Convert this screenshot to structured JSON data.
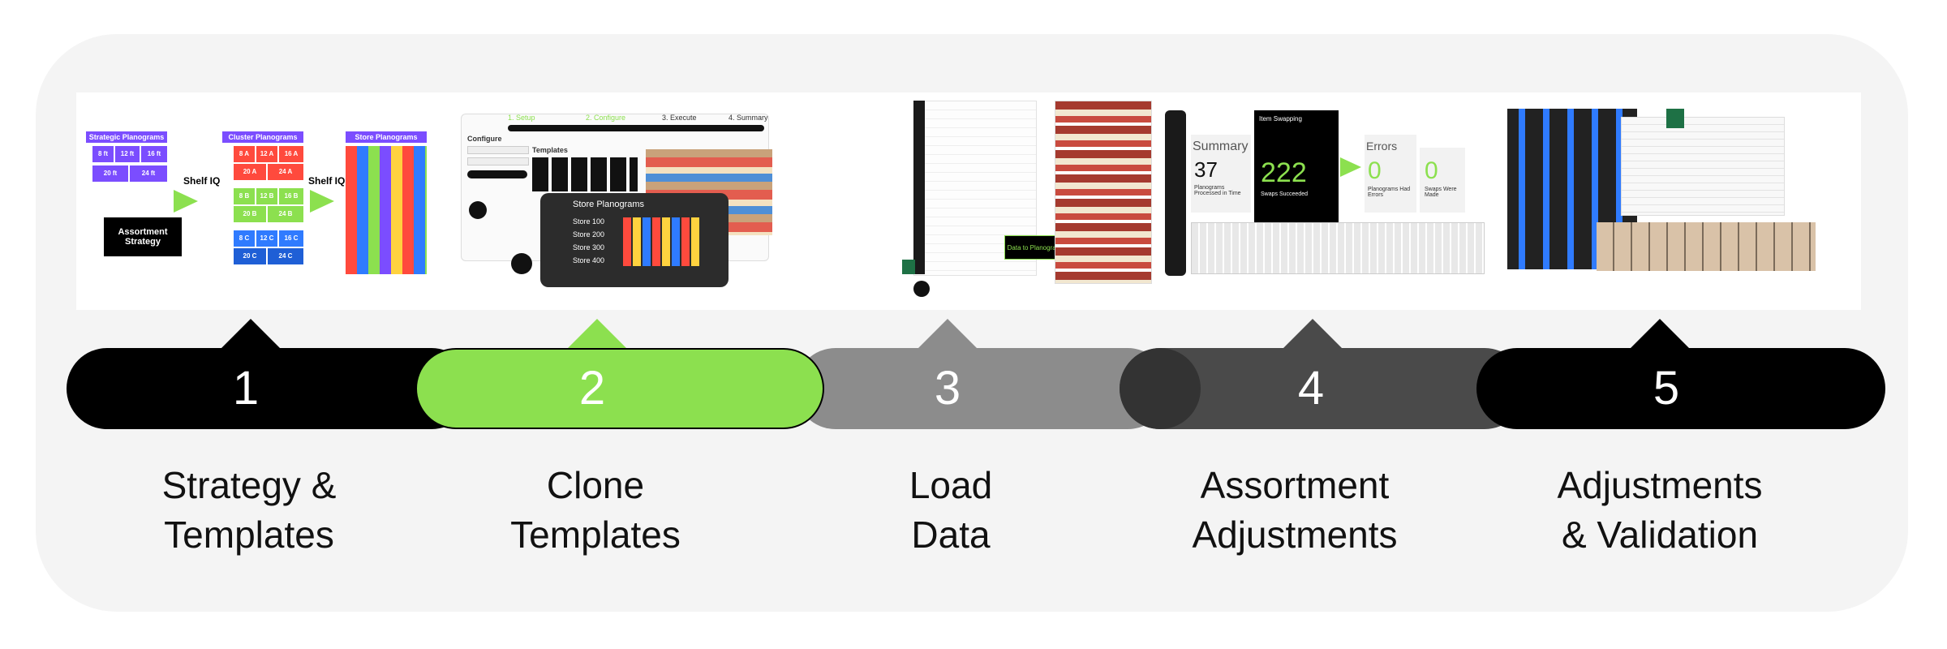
{
  "colors": {
    "accent_green": "#8ce04f",
    "black": "#000000",
    "gray": "#8c8c8c",
    "dark_gray": "#4a4a4a",
    "frame_bg": "#f4f4f4"
  },
  "panel1": {
    "strategic_header": "Strategic Planograms",
    "cluster_header": "Cluster Planograms",
    "store_header": "Store Planograms",
    "shelf_iq_a": "Shelf IQ",
    "shelf_iq_b": "Shelf IQ",
    "assortment_strategy": "Assortment Strategy",
    "strategic_blocks": [
      "8 ft",
      "12 ft",
      "16 ft",
      "20 ft",
      "24 ft"
    ],
    "cluster_blocks": [
      "8 A",
      "12 A",
      "16 A",
      "20 A",
      "24 A",
      "8 B",
      "12 B",
      "16 B",
      "20 B",
      "24 B",
      "8 C",
      "12 C",
      "16 C",
      "20 C",
      "24 C"
    ]
  },
  "panel2": {
    "steps": [
      "1. Setup",
      "2. Configure",
      "3. Execute",
      "4. Summary"
    ],
    "configure_label": "Configure",
    "templates_label": "Templates",
    "store_planograms_title": "Store Planograms",
    "stores": [
      "Store 100",
      "Store 200",
      "Store 300",
      "Store 400"
    ]
  },
  "panel3": {
    "data_to_planogram": "Data to Planogram"
  },
  "panel4": {
    "summary_label": "Summary",
    "summary_value": "37",
    "summary_caption": "Planograms Processed in Time",
    "swap_title": "Item Swapping",
    "swap_value": "222",
    "swap_caption": "Swaps Succeeded",
    "errors_label": "Errors",
    "errors_value_a": "0",
    "errors_caption_a": "Planograms Had Errors",
    "errors_value_b": "0",
    "errors_caption_b": "Swaps Were Made"
  },
  "steps": [
    {
      "number": "1",
      "line1": "Strategy &",
      "line2": "Templates"
    },
    {
      "number": "2",
      "line1": "Clone",
      "line2": "Templates"
    },
    {
      "number": "3",
      "line1": "Load",
      "line2": "Data"
    },
    {
      "number": "4",
      "line1": "Assortment",
      "line2": "Adjustments"
    },
    {
      "number": "5",
      "line1": "Adjustments",
      "line2": "& Validation"
    }
  ]
}
